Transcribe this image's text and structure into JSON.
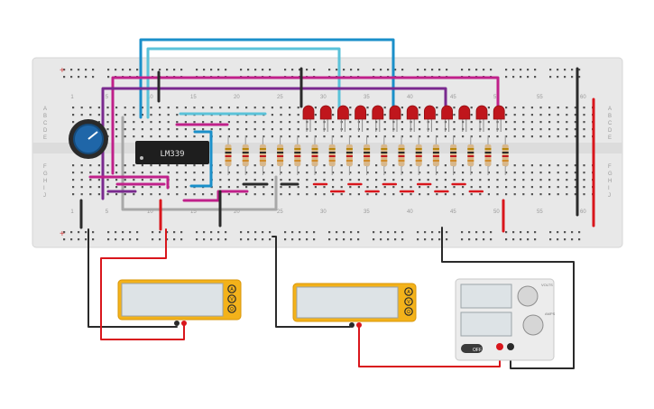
{
  "breadboard": {
    "column_numbers": [
      "1",
      "5",
      "10",
      "15",
      "20",
      "25",
      "30",
      "35",
      "40",
      "45",
      "50",
      "55",
      "60"
    ],
    "row_letters_top": [
      "A",
      "B",
      "C",
      "D",
      "E"
    ],
    "row_letters_bottom": [
      "F",
      "G",
      "H",
      "I",
      "J"
    ],
    "rail_plus": "+",
    "rail_minus": "−"
  },
  "chip": {
    "label": "LM339"
  },
  "multimeter_left": {
    "buttons": [
      "A",
      "V",
      "Ω"
    ]
  },
  "multimeter_right": {
    "buttons": [
      "A",
      "V",
      "Ω"
    ]
  },
  "power_supply": {
    "knob1_label": "VOLTS",
    "knob2_label": "AMPS",
    "off_label": "OFF"
  },
  "colors": {
    "board": "#e8e8e8",
    "led": "#c0161c",
    "wire_blue": "#1a8fc9",
    "wire_cyan": "#5ac2d9",
    "wire_magenta": "#c0218a",
    "wire_purple": "#7a2a8f",
    "wire_red": "#d9161c",
    "wire_black": "#2a2a2a",
    "wire_gray": "#a8a8a8",
    "meter": "#f3b21a"
  },
  "led_count": 12,
  "resistor_count": 17
}
